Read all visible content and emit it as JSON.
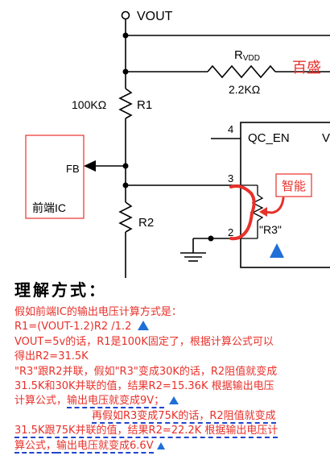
{
  "schematic": {
    "vout_label": "VOUT",
    "rvdd_name": "R",
    "rvdd_sub": "VDD",
    "rvdd_value": "2.2KΩ",
    "r1_value": "100KΩ",
    "r1_name": "R1",
    "r2_name": "R2",
    "fb_label": "FB",
    "front_ic_label": "前端IC",
    "qc_en_pin": "4",
    "qc_en_label": "QC_EN",
    "qc_edge_letter": "V",
    "pin3": "3",
    "pin2": "2",
    "r3_label": "\"R3\"",
    "smart_label": "智能",
    "corner_text": "百盛",
    "colors": {
      "annotation": "#e8302a",
      "marker": "#1f6fd8",
      "underline": "#2244cc"
    }
  },
  "heading": "理解方式：",
  "notes": {
    "l1": "假如前端IC的输出电压计算方式是：",
    "l2": "R1=(VOUT-1.2)R2 /1.2",
    "l3": "VOUT=5v的话，R1是100K固定了，根据计算公式可以",
    "l4": "得出R2=31.5K",
    "l5": "\"R3\"跟R2并联，假如\"R3\"变成30K的话，R2阻值就变成",
    "l6": "31.5K和30K并联的值，结果R2=15.36K   根据输出电压",
    "l7a": "计算公式，",
    "l7b": "输出电压就变成9V；",
    "l8": "再假如R3变成75K的话，R2阻值就变成",
    "l9": "31.5K跟75K并联的值，结果R2=22.2K  根据输出电压计",
    "l10a": "算公式，",
    "l10b": "输出电压就变成6.6V"
  }
}
